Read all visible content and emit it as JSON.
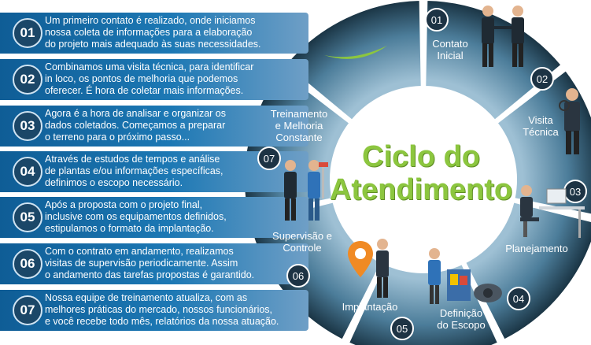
{
  "title": "Ciclo do\nAtendimento",
  "steps": [
    {
      "num": "01",
      "text": "Um primeiro contato é realizado, onde iniciamos\nnossa coleta de informações para a elaboração\ndo projeto mais adequado às suas necessidades."
    },
    {
      "num": "02",
      "text": "Combinamos uma visita técnica, para identificar\nin loco, os pontos de melhoria que podemos\noferecer. É hora de coletar mais informações."
    },
    {
      "num": "03",
      "text": "Agora é a hora de analisar e organizar os\ndados coletados. Começamos a preparar\no terreno para o próximo passo..."
    },
    {
      "num": "04",
      "text": "Através de estudos de tempos e análise\nde plantas e/ou informações específicas,\ndefinimos o escopo necessário."
    },
    {
      "num": "05",
      "text": "Após a proposta com o projeto final,\ninclusive com os equipamentos definidos,\nestipulamos o formato da implantação."
    },
    {
      "num": "06",
      "text": "Com o contrato em andamento, realizamos\nvisitas de supervisão periodicamente. Assim\no andamento das tarefas propostas é garantido."
    },
    {
      "num": "07",
      "text": "Nossa equipe de treinamento atualiza, com as\nmelhores práticas do mercado, nossos funcionários,\ne você recebe todo mês, relatórios da nossa atuação."
    }
  ],
  "cycle": [
    {
      "num": "01",
      "label": "Contato\nInicial"
    },
    {
      "num": "02",
      "label": "Visita\nTécnica"
    },
    {
      "num": "03",
      "label": "Planejamento"
    },
    {
      "num": "04",
      "label": "Definição\ndo Escopo"
    },
    {
      "num": "05",
      "label": "Implantação"
    },
    {
      "num": "06",
      "label": "Supervisão e\nControle"
    },
    {
      "num": "07",
      "label": "Treinamento\ne Melhoria\nConstante"
    }
  ],
  "colors": {
    "bar_dark": "#0f5d96",
    "bar_light": "#6f9fc6",
    "ring_light": "#5e8eab",
    "ring_dark": "#1d3a4f",
    "title_green": "#8cc63f"
  }
}
